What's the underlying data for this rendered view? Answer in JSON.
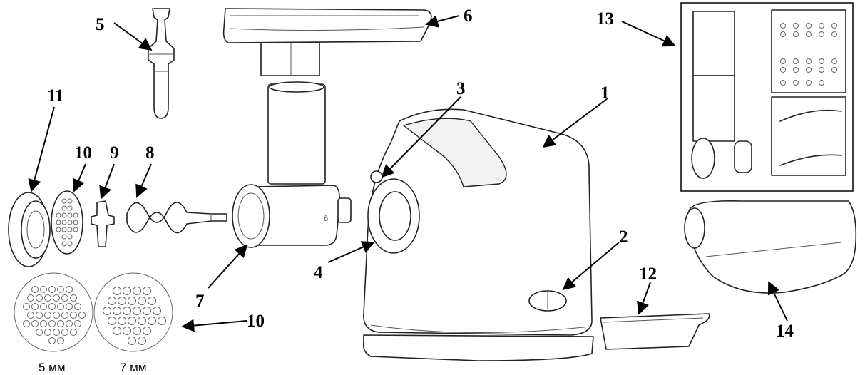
{
  "diagram": {
    "callouts": [
      "1",
      "2",
      "3",
      "4",
      "5",
      "6",
      "7",
      "8",
      "9",
      "10",
      "10",
      "11",
      "12",
      "13",
      "14"
    ],
    "plate_captions": [
      "5 мм",
      "7 мм"
    ]
  }
}
